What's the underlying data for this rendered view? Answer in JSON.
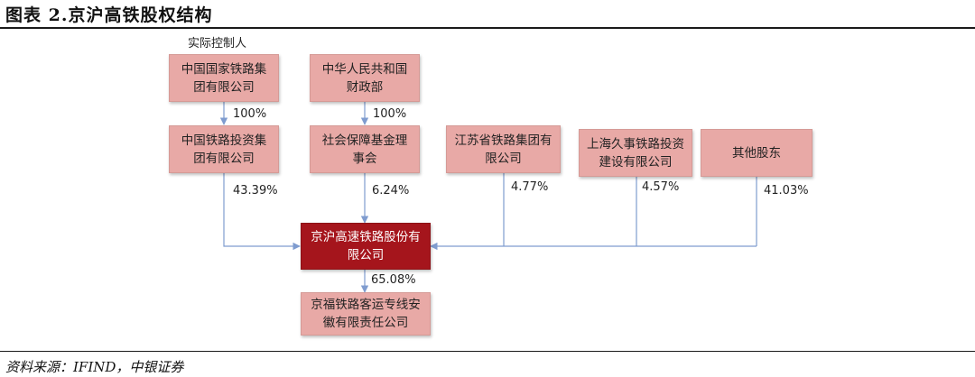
{
  "title": "图表 2.京沪高铁股权结构",
  "actual_controller_label": "实际控制人",
  "nodes": {
    "crg_group": "中国国家铁路集团有限公司",
    "mof": "中华人民共和国财政部",
    "cri_group": "中国铁路投资集团有限公司",
    "ssf": "社会保障基金理事会",
    "jiangsu": "江苏省铁路集团有限公司",
    "shanghai": "上海久事铁路投资建设有限公司",
    "others": "其他股东",
    "main": "京沪高速铁路股份有限公司",
    "subsidiary": "京福铁路客运专线安徽有限责任公司"
  },
  "edges": {
    "crg_to_cri": "100%",
    "mof_to_ssf": "100%",
    "cri_to_main": "43.39%",
    "ssf_to_main": "6.24%",
    "jiangsu_to_main": "4.77%",
    "shanghai_to_main": "4.57%",
    "others_to_main": "41.03%",
    "main_to_sub": "65.08%"
  },
  "colors": {
    "box_fill": "#e8a9a6",
    "main_fill": "#a5151c",
    "connector": "#7f9ccf"
  },
  "source": "资料来源：IFIND，中银证券"
}
